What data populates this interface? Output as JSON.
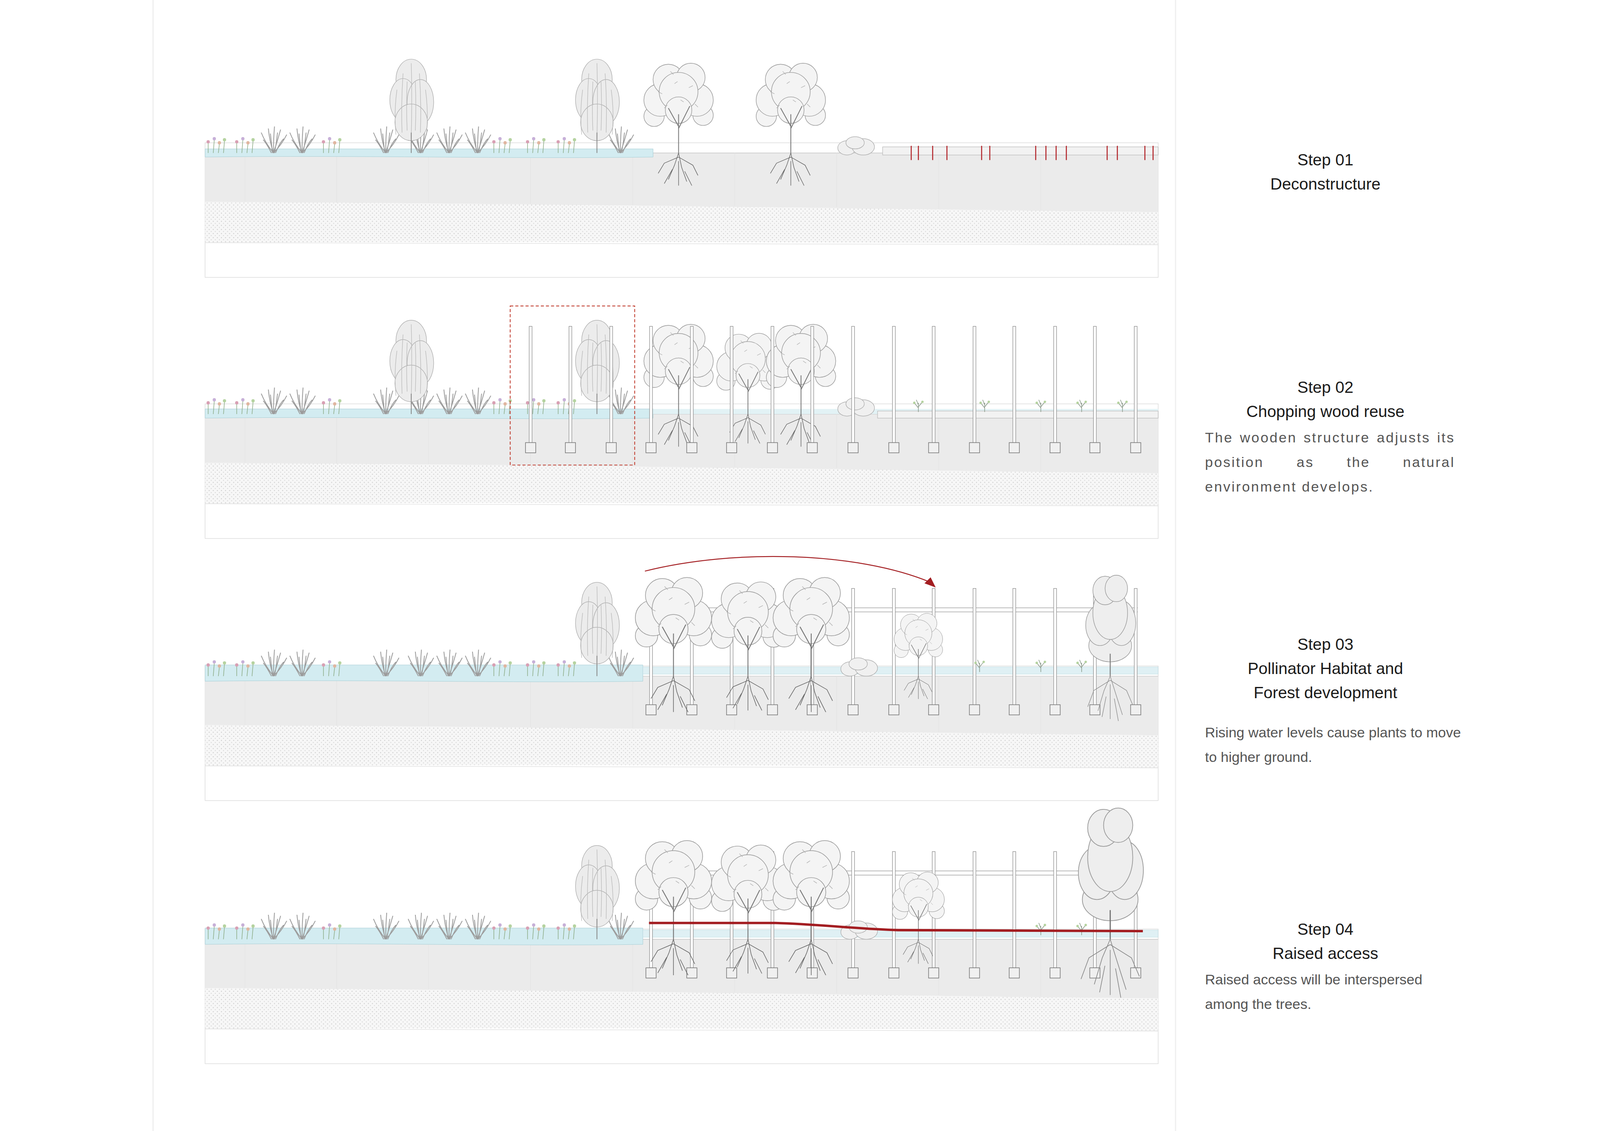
{
  "diagram": {
    "labels": [
      "Step 01",
      "Deconstructure",
      "Step 02",
      "Chopping wood reuse",
      "The wooden structure adjusts its position as the natural environment develops.",
      "Step 03",
      "Pollinator Habitat and Forest development",
      "Rising water levels cause plants to move to higher ground.",
      "Step 04",
      "Raised access",
      "Raised access will be interspersed among the trees."
    ]
  }
}
